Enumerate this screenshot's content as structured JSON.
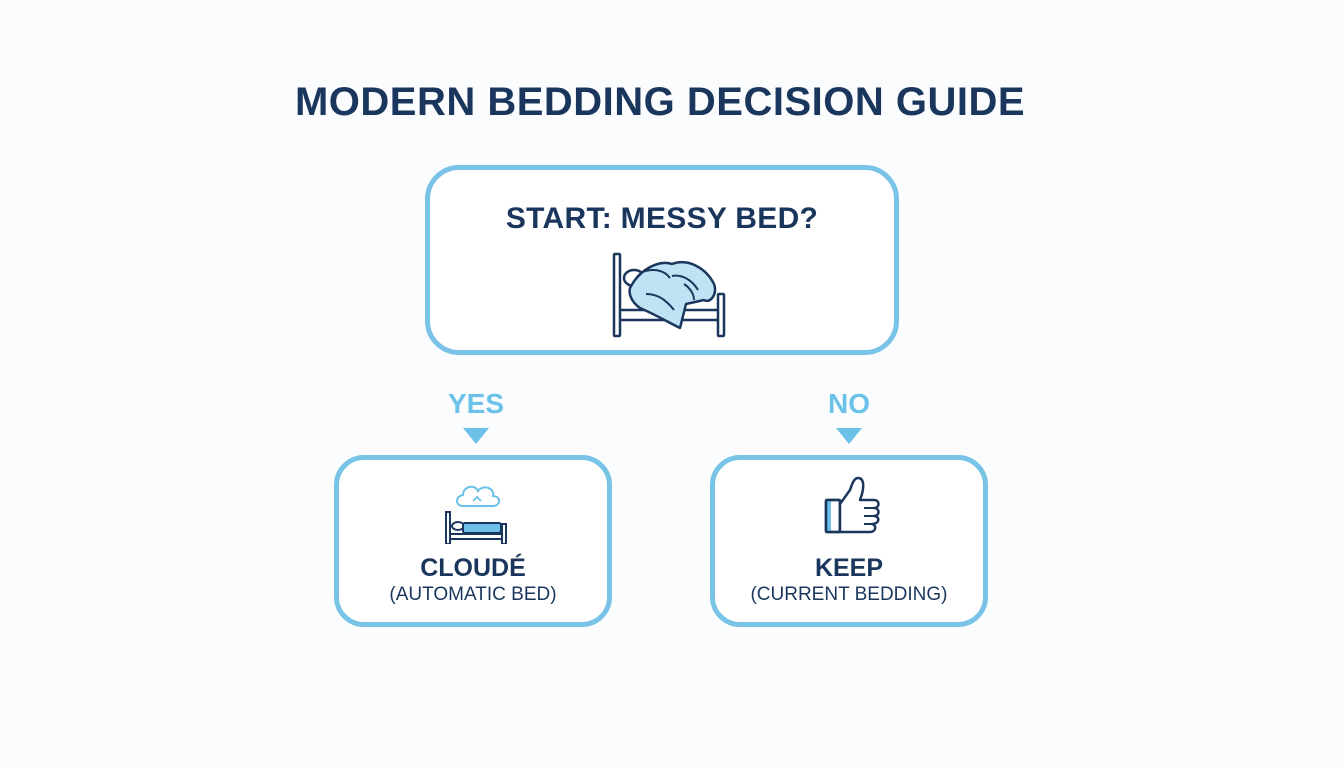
{
  "title": "MODERN BEDDING DECISION GUIDE",
  "start_node": {
    "label": "START: MESSY BED?",
    "icon": "messy-bed-icon"
  },
  "branches": {
    "yes_label": "YES",
    "no_label": "NO"
  },
  "options": {
    "yes": {
      "title": "CLOUDÉ",
      "subtitle": "(AUTOMATIC BED)",
      "icon": "cloud-bed-icon"
    },
    "no": {
      "title": "KEEP",
      "subtitle": "(CURRENT BEDDING)",
      "icon": "thumbs-up-icon"
    }
  },
  "colors": {
    "navy": "#1b365d",
    "accent_blue": "#79c3e6",
    "label_blue": "#6cc1e8"
  }
}
